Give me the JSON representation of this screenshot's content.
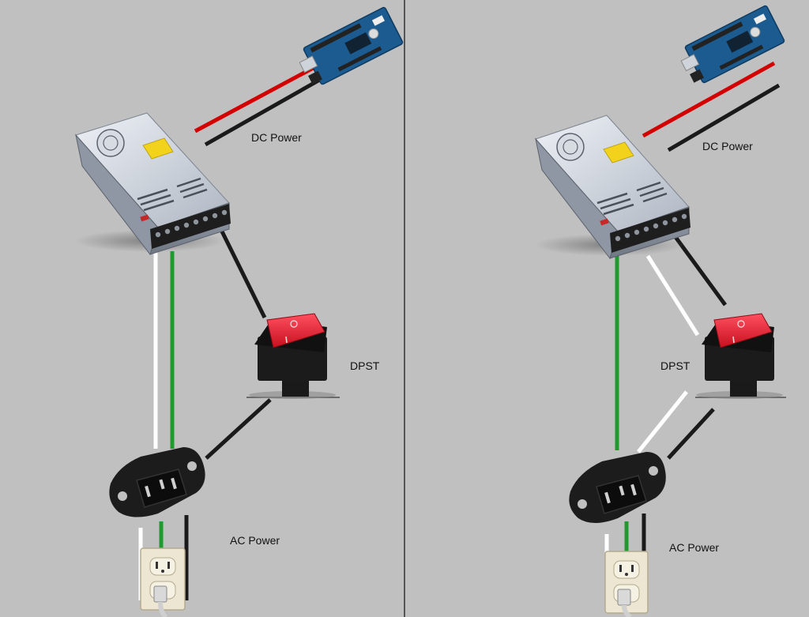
{
  "colors": {
    "background": "#c0c0c0",
    "wire_positive": "#d40000",
    "wire_ground": "#1a1a1a",
    "wire_neutral": "#ffffff",
    "wire_earth": "#1f9a2e",
    "switch_red": "#e8283a",
    "board_blue": "#1c5b8f",
    "psu_label_yellow": "#f2d21a"
  },
  "panels": [
    {
      "id": "left",
      "labels": {
        "dc": "DC Power",
        "switch": "DPST",
        "ac": "AC Power"
      }
    },
    {
      "id": "right",
      "labels": {
        "dc": "DC Power",
        "switch": "DPST",
        "ac": "AC Power"
      }
    }
  ],
  "components": {
    "controller": "arduino-board",
    "supply": "switching-power-supply",
    "switch": "rocker-switch",
    "inlet": "iec-power-inlet",
    "outlet": "wall-outlet"
  }
}
